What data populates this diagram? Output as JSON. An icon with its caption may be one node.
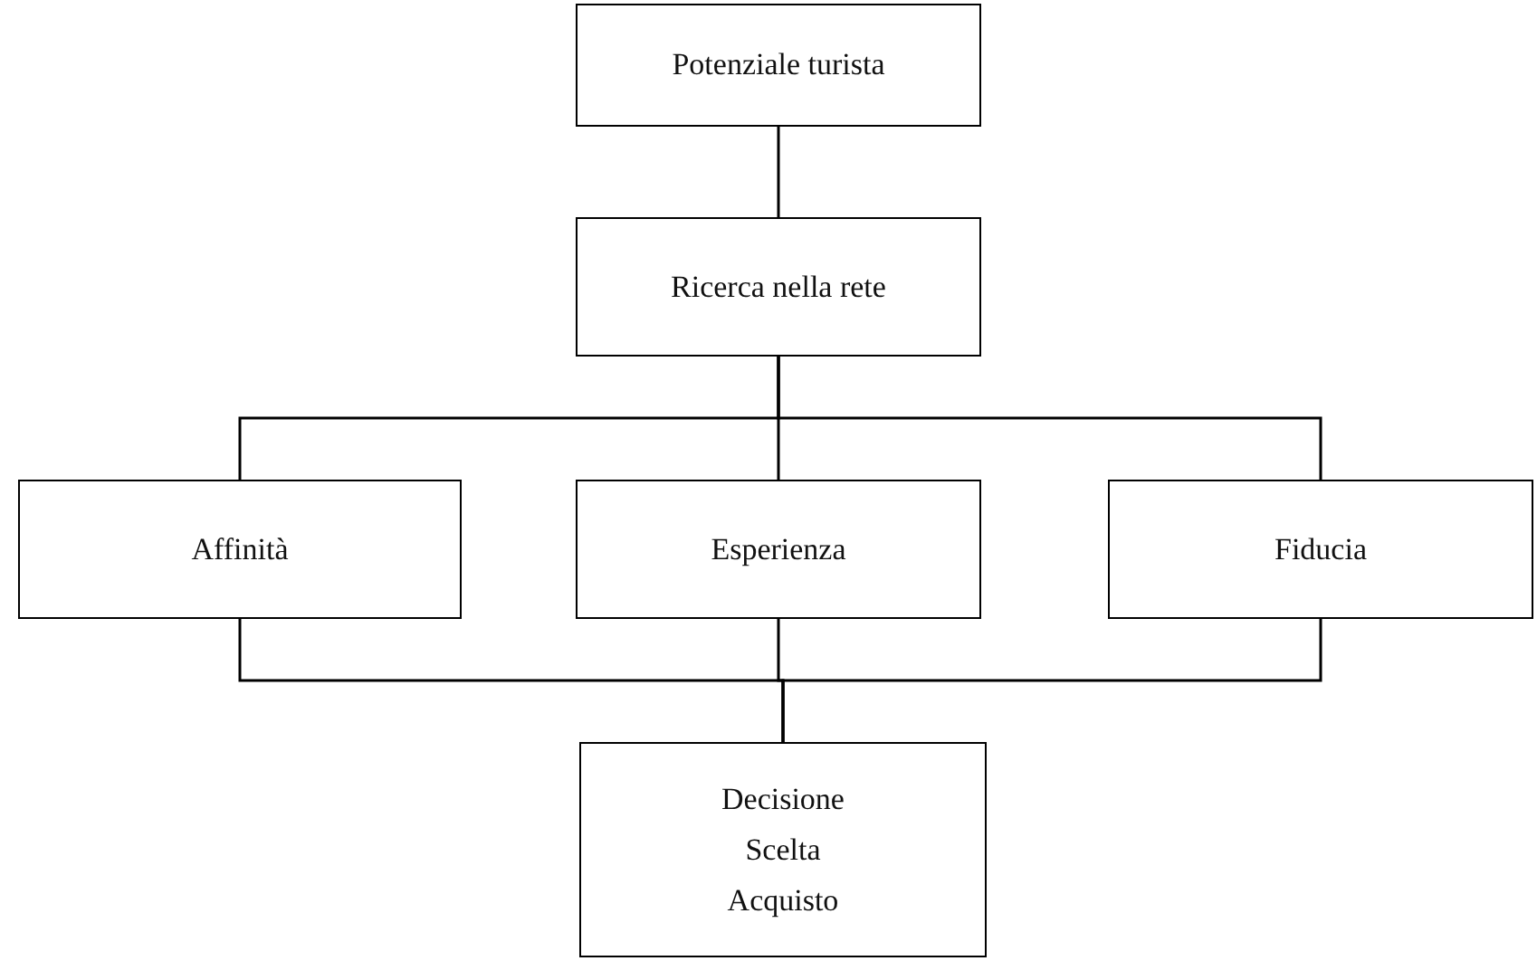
{
  "diagram": {
    "nodes": [
      {
        "text": [
          "Potenziale turista"
        ]
      },
      {
        "text": [
          "Ricerca nella rete"
        ]
      },
      {
        "text": [
          "Affinità"
        ]
      },
      {
        "text": [
          "Esperienza"
        ]
      },
      {
        "text": [
          "Fiducia"
        ]
      },
      {
        "text": [
          "Decisione",
          "Scelta",
          "Acquisto"
        ]
      }
    ],
    "edges": [
      {
        "from": 0,
        "to": 1,
        "arrow": "none"
      },
      {
        "from": 1,
        "to": 2,
        "arrow": "none"
      },
      {
        "from": 1,
        "to": 3,
        "arrow": "none"
      },
      {
        "from": 1,
        "to": 4,
        "arrow": "none"
      },
      {
        "from": 2,
        "to": 5,
        "arrow": "none"
      },
      {
        "from": 3,
        "to": 5,
        "arrow": "none"
      },
      {
        "from": 4,
        "to": 5,
        "arrow": "none"
      }
    ]
  }
}
